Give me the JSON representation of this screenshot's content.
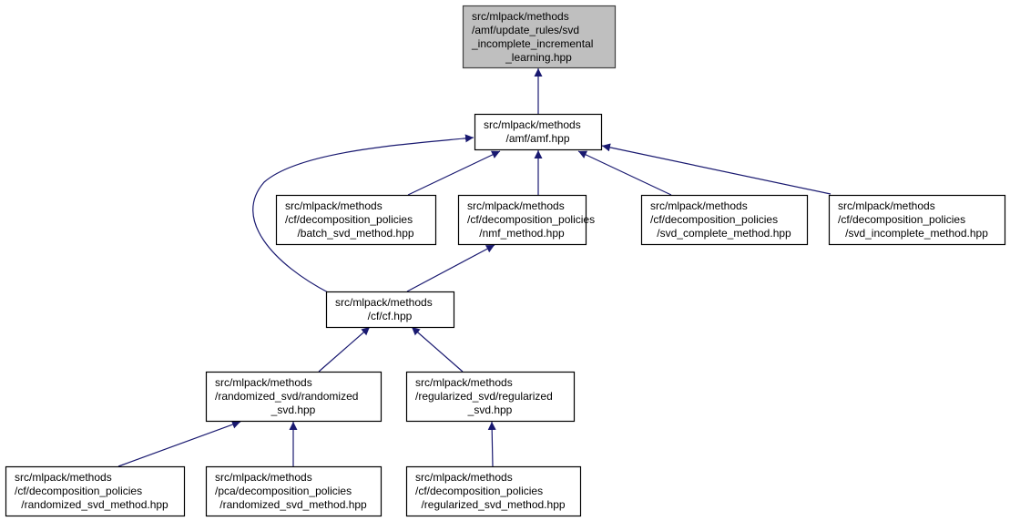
{
  "graph": {
    "edge_color": "#191970",
    "root_fill": "#bfbfbf",
    "nodes": [
      {
        "id": "root",
        "lines": [
          "src/mlpack/methods",
          "/amf/update_rules/svd",
          "_incomplete_incremental",
          "_learning.hpp"
        ]
      },
      {
        "id": "amf",
        "lines": [
          "src/mlpack/methods",
          "/amf/amf.hpp"
        ]
      },
      {
        "id": "batch",
        "lines": [
          "src/mlpack/methods",
          "/cf/decomposition_policies",
          "/batch_svd_method.hpp"
        ]
      },
      {
        "id": "nmf",
        "lines": [
          "src/mlpack/methods",
          "/cf/decomposition_policies",
          "/nmf_method.hpp"
        ]
      },
      {
        "id": "svdc",
        "lines": [
          "src/mlpack/methods",
          "/cf/decomposition_policies",
          "/svd_complete_method.hpp"
        ]
      },
      {
        "id": "svdi",
        "lines": [
          "src/mlpack/methods",
          "/cf/decomposition_policies",
          "/svd_incomplete_method.hpp"
        ]
      },
      {
        "id": "cf",
        "lines": [
          "src/mlpack/methods",
          "/cf/cf.hpp"
        ]
      },
      {
        "id": "rsvd",
        "lines": [
          "src/mlpack/methods",
          "/randomized_svd/randomized",
          "_svd.hpp"
        ]
      },
      {
        "id": "regsvd",
        "lines": [
          "src/mlpack/methods",
          "/regularized_svd/regularized",
          "_svd.hpp"
        ]
      },
      {
        "id": "cfrsvdm",
        "lines": [
          "src/mlpack/methods",
          "/cf/decomposition_policies",
          "/randomized_svd_method.hpp"
        ]
      },
      {
        "id": "pcarsvdm",
        "lines": [
          "src/mlpack/methods",
          "/pca/decomposition_policies",
          "/randomized_svd_method.hpp"
        ]
      },
      {
        "id": "cfregm",
        "lines": [
          "src/mlpack/methods",
          "/cf/decomposition_policies",
          "/regularized_svd_method.hpp"
        ]
      }
    ]
  }
}
